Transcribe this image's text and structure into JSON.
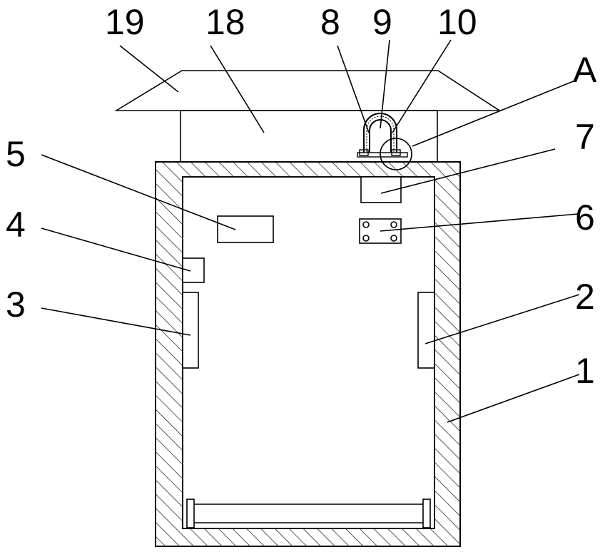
{
  "labels": {
    "l19": "19",
    "l18": "18",
    "l8": "8",
    "l9": "9",
    "l10": "10",
    "lA": "A",
    "l7": "7",
    "l5": "5",
    "l6": "6",
    "l4": "4",
    "l3": "3",
    "l2": "2",
    "l1": "1"
  }
}
